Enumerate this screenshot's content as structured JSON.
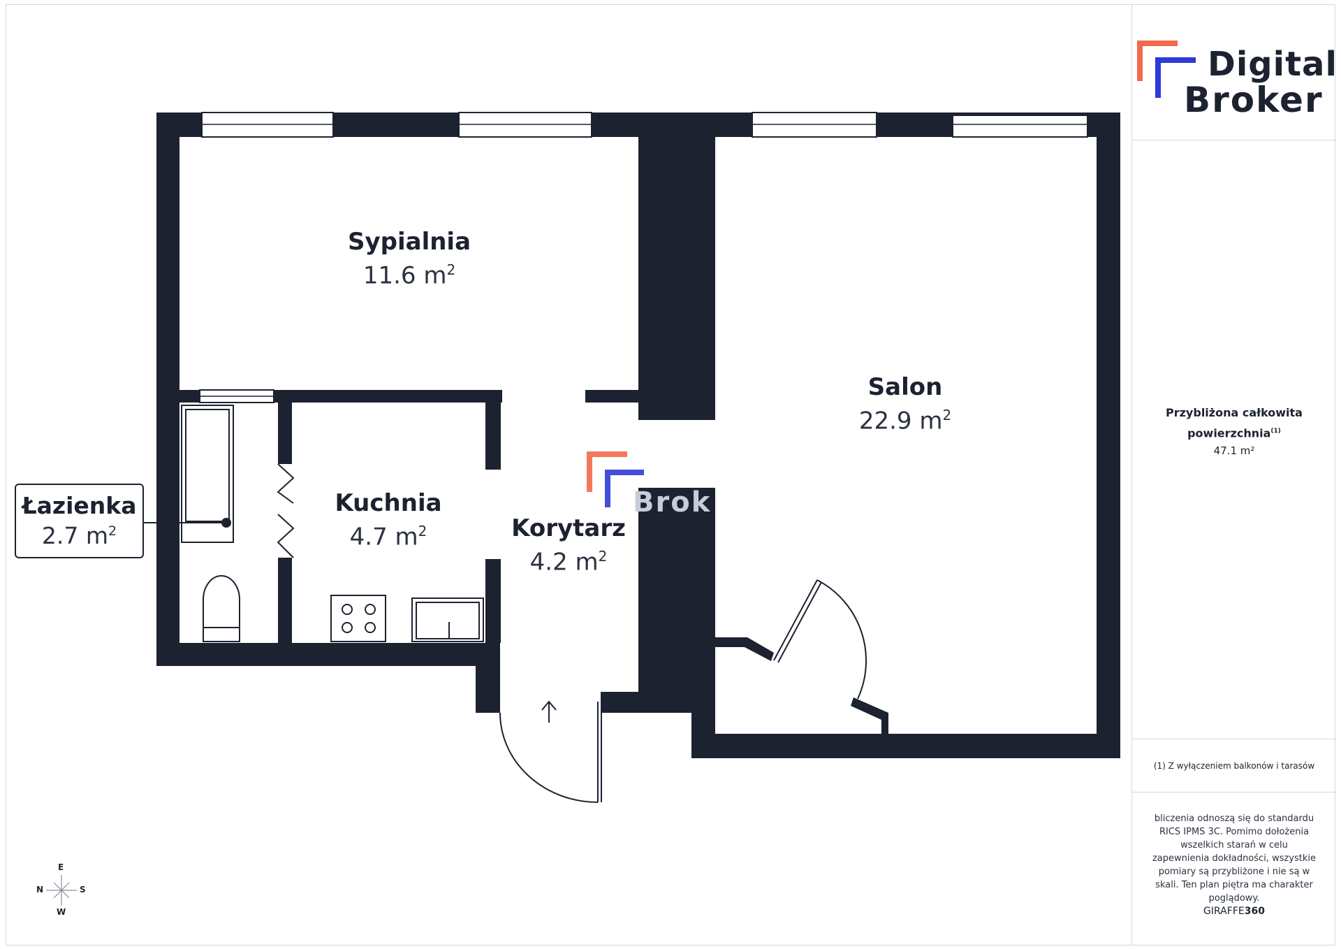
{
  "logo": {
    "line1": "Digital",
    "line2": "Broker",
    "accent_orange": "#f26a4b",
    "accent_blue": "#2e3ad6"
  },
  "rooms": [
    {
      "name": "Sypialnia",
      "area_value": "11.6 m",
      "area_exp": "2"
    },
    {
      "name": "Salon",
      "area_value": "22.9 m",
      "area_exp": "2"
    },
    {
      "name": "Kuchnia",
      "area_value": "4.7 m",
      "area_exp": "2"
    },
    {
      "name": "Korytarz",
      "area_value": "4.2 m",
      "area_exp": "2"
    },
    {
      "name": "Łazienka",
      "area_value": "2.7 m",
      "area_exp": "2"
    }
  ],
  "watermark": {
    "text": "Brok"
  },
  "summary": {
    "total_label": "Przybliżona całkowita powierzchnia",
    "total_note_marker": "(1)",
    "total_value": "47.1 m²",
    "footnote": "(1) Z wyłączeniem balkonów i tarasów",
    "disclaimer": "bliczenia odnoszą się do standardu RICS IPMS 3C. Pomimo dołożenia wszelkich starań w celu zapewnienia dokładności, wszystkie pomiary są przybliżone i nie są w skali. Ten plan piętra ma charakter poglądowy.",
    "brand_prefix": "GIRAFFE",
    "brand_suffix": "360"
  },
  "compass": {
    "n": "N",
    "e": "E",
    "s": "S",
    "w": "W"
  },
  "colors": {
    "wall": "#1c2230",
    "border": "#d4d7dc"
  }
}
